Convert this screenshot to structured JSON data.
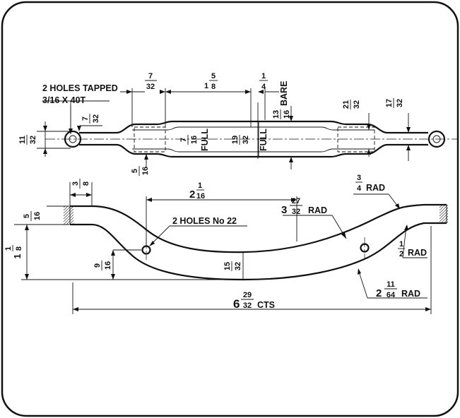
{
  "callouts": {
    "holes_tapped_line1": "2 HOLES TAPPED",
    "holes_tapped_line2": "3/16 X 40T",
    "holes_no22": "2 HOLES No 22",
    "full_left": "FULL",
    "full_right": "FULL",
    "bare": "BARE",
    "rad": "RAD",
    "cts": "CTS"
  },
  "dims": {
    "d_7_32_top": {
      "num": "7",
      "den": "32"
    },
    "d_1_5_8": {
      "whole": "1",
      "num": "5",
      "den": "8"
    },
    "d_1_4": {
      "num": "1",
      "den": "4"
    },
    "d_13_16": {
      "num": "13",
      "den": "16"
    },
    "d_21_32": {
      "num": "21",
      "den": "32"
    },
    "d_17_32": {
      "num": "17",
      "den": "32"
    },
    "d_7_32_eye": {
      "num": "7",
      "den": "32"
    },
    "d_11_32": {
      "num": "11",
      "den": "32"
    },
    "d_7_16": {
      "num": "7",
      "den": "16"
    },
    "d_19_32": {
      "num": "19",
      "den": "32"
    },
    "d_5_16_top": {
      "num": "5",
      "den": "16"
    },
    "d_3_8": {
      "num": "3",
      "den": "8"
    },
    "d_2_1_16": {
      "whole": "2",
      "num": "1",
      "den": "16"
    },
    "d_3_4_rad": {
      "num": "3",
      "den": "4"
    },
    "d_5_16_side": {
      "num": "5",
      "den": "16"
    },
    "d_3_27_32_rad": {
      "whole": "3",
      "num": "27",
      "den": "32"
    },
    "d_1_1_8": {
      "whole": "1",
      "num": "1",
      "den": "8"
    },
    "d_1_2_rad": {
      "num": "1",
      "den": "2"
    },
    "d_9_16": {
      "num": "9",
      "den": "16"
    },
    "d_15_32": {
      "num": "15",
      "den": "32"
    },
    "d_2_11_64_rad": {
      "whole": "2",
      "num": "11",
      "den": "64"
    },
    "d_6_29_32_cts": {
      "whole": "6",
      "num": "29",
      "den": "32"
    }
  }
}
